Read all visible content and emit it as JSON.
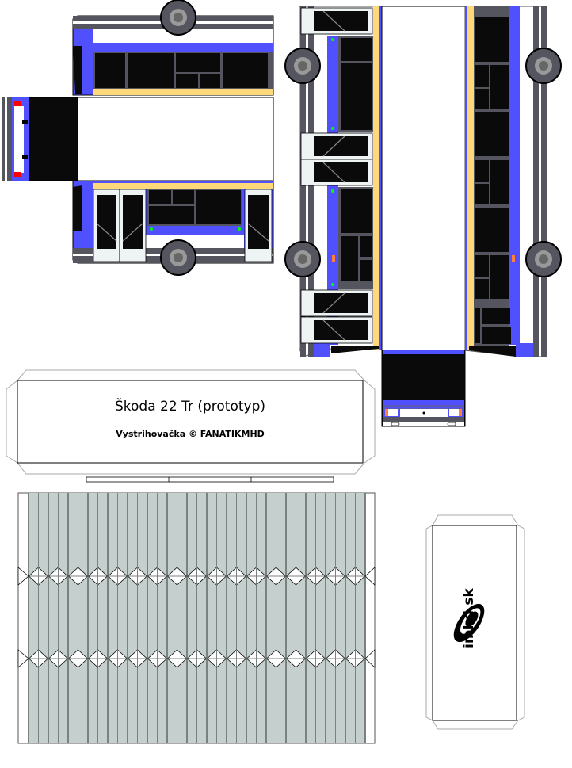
{
  "model": {
    "title": "Škoda 22 Tr (prototyp)",
    "credit": "Vystrihovačka © FANATIKMHD"
  },
  "logo": {
    "text": "imhd.sk"
  },
  "colors": {
    "blue": "#5050ff",
    "cream": "#ffd87a",
    "grey": "#55555f",
    "window": "#0a0a0a",
    "bellows": "#c5cfcd",
    "bellows_line": "#788381"
  }
}
